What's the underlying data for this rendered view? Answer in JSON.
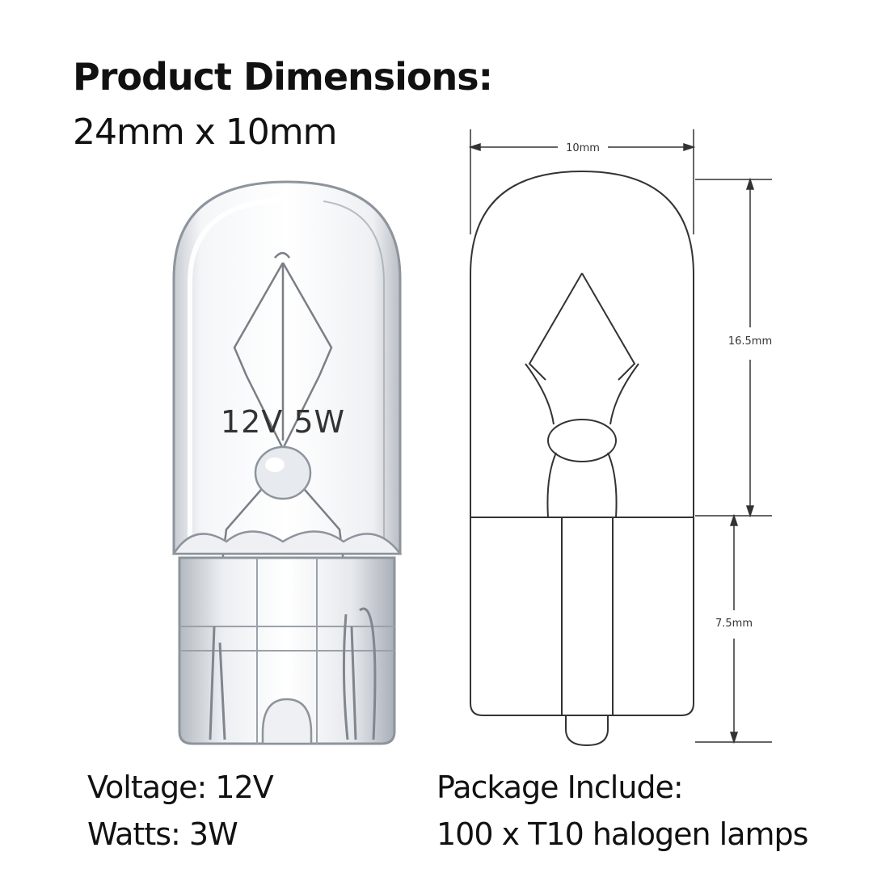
{
  "header": {
    "title": "Product Dimensions:",
    "size": "24mm x 10mm"
  },
  "photo": {
    "bulb_marking": "12V 5W"
  },
  "diagram": {
    "width_label": "10mm",
    "glass_height_label": "16.5mm",
    "base_height_label": "7.5mm"
  },
  "specs": {
    "voltage": "Voltage: 12V",
    "watts": "Watts: 3W",
    "package_heading": "Package Include:",
    "package_item": "100 x T10 halogen lamps"
  }
}
